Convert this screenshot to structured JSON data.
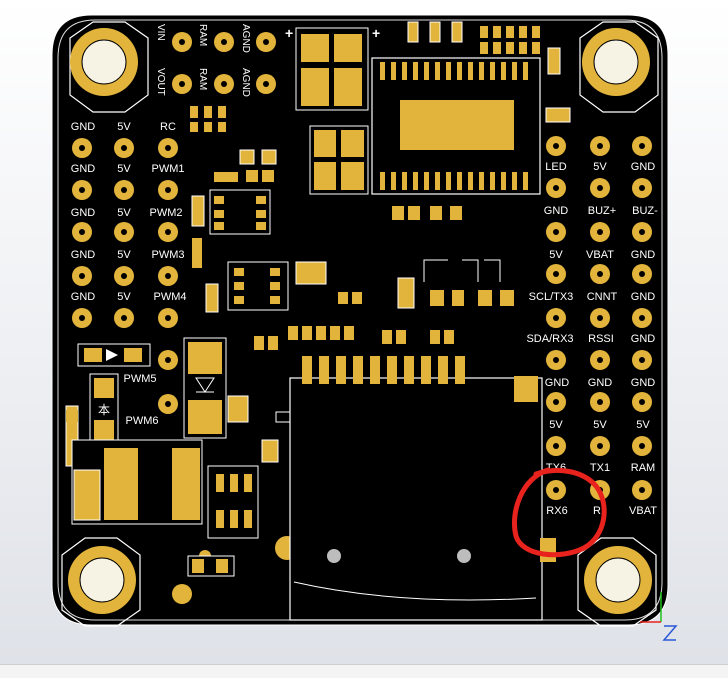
{
  "colors": {
    "board": "#000000",
    "copper": "#e3b43c",
    "silkscreen": "#ffffff",
    "annotation": "#e8231e",
    "background": "#dfe2e8"
  },
  "left_labels": {
    "col1_rows": [
      "GND",
      "GND",
      "GND",
      "GND",
      "GND"
    ],
    "col2_rows": [
      "5V",
      "5V",
      "5V",
      "5V",
      "5V"
    ],
    "col3_rows": [
      "RC",
      "PWM1",
      "PWM2",
      "PWM3",
      "PWM4"
    ]
  },
  "top_labels": {
    "vin": "VIN",
    "vout": "VOUT",
    "ram_top": "RAM",
    "ram_bottom": "RAM",
    "agnd_top": "AGND",
    "agnd_bottom": "AGND",
    "plus_left": "+",
    "plus_right": "+"
  },
  "mid_labels": {
    "pwm5": "PWM5",
    "pwm6": "PWM6"
  },
  "right_labels": {
    "col1": [
      "LED",
      "GND",
      "5V",
      "SCL/TX3",
      "SDA/RX3",
      "GND",
      "5V",
      "TX6",
      "RX6"
    ],
    "col2": [
      "5V",
      "BUZ+",
      "VBAT",
      "CNNT",
      "RSSI",
      "GND",
      "5V",
      "TX1",
      "R"
    ],
    "col3": [
      "GND",
      "BUZ-",
      "GND",
      "GND",
      "GND",
      "GND",
      "5V",
      "RAM",
      "VBAT"
    ]
  },
  "annotation": {
    "shape": "freehand circle",
    "target": "RX6"
  }
}
